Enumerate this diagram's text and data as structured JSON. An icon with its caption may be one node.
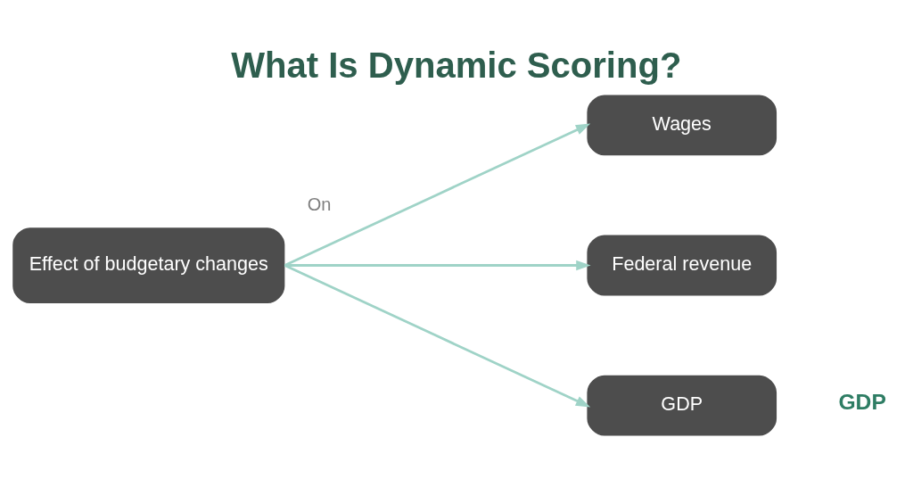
{
  "diagram": {
    "title": "What Is Dynamic Scoring?",
    "nodes": [
      {
        "text": [
          "Effect of budgetary changes"
        ]
      },
      {
        "text": [
          "Wages"
        ]
      },
      {
        "text": [
          "Federal revenue"
        ]
      },
      {
        "text": [
          "GDP"
        ]
      }
    ],
    "edges": [
      {
        "from": 0,
        "to": 1,
        "arrow": "to",
        "label": "On"
      },
      {
        "from": 0,
        "to": 2,
        "arrow": "to"
      },
      {
        "from": 0,
        "to": 3,
        "arrow": "to"
      }
    ],
    "labels": [
      "GDP"
    ]
  }
}
